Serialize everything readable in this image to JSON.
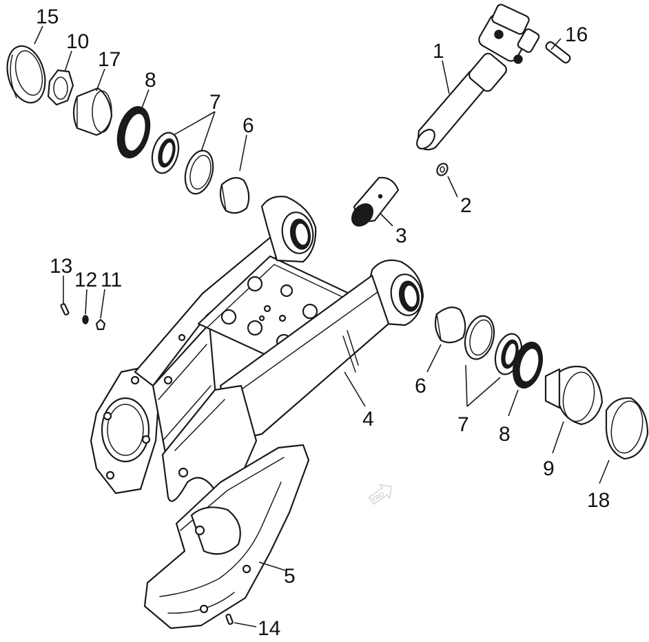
{
  "callouts": {
    "c1": "1",
    "c2": "2",
    "c3": "3",
    "c4": "4",
    "c5": "5",
    "c6a": "6",
    "c6b": "6",
    "c7a": "7",
    "c7b": "7",
    "c8a": "8",
    "c8b": "8",
    "c9": "9",
    "c10": "10",
    "c11": "11",
    "c12": "12",
    "c13": "13",
    "c14": "14",
    "c15": "15",
    "c16": "16",
    "c17": "17",
    "c18": "18"
  },
  "direction_mark": "FRO",
  "colors": {
    "line": "#1a1a1a",
    "background": "#ffffff"
  }
}
